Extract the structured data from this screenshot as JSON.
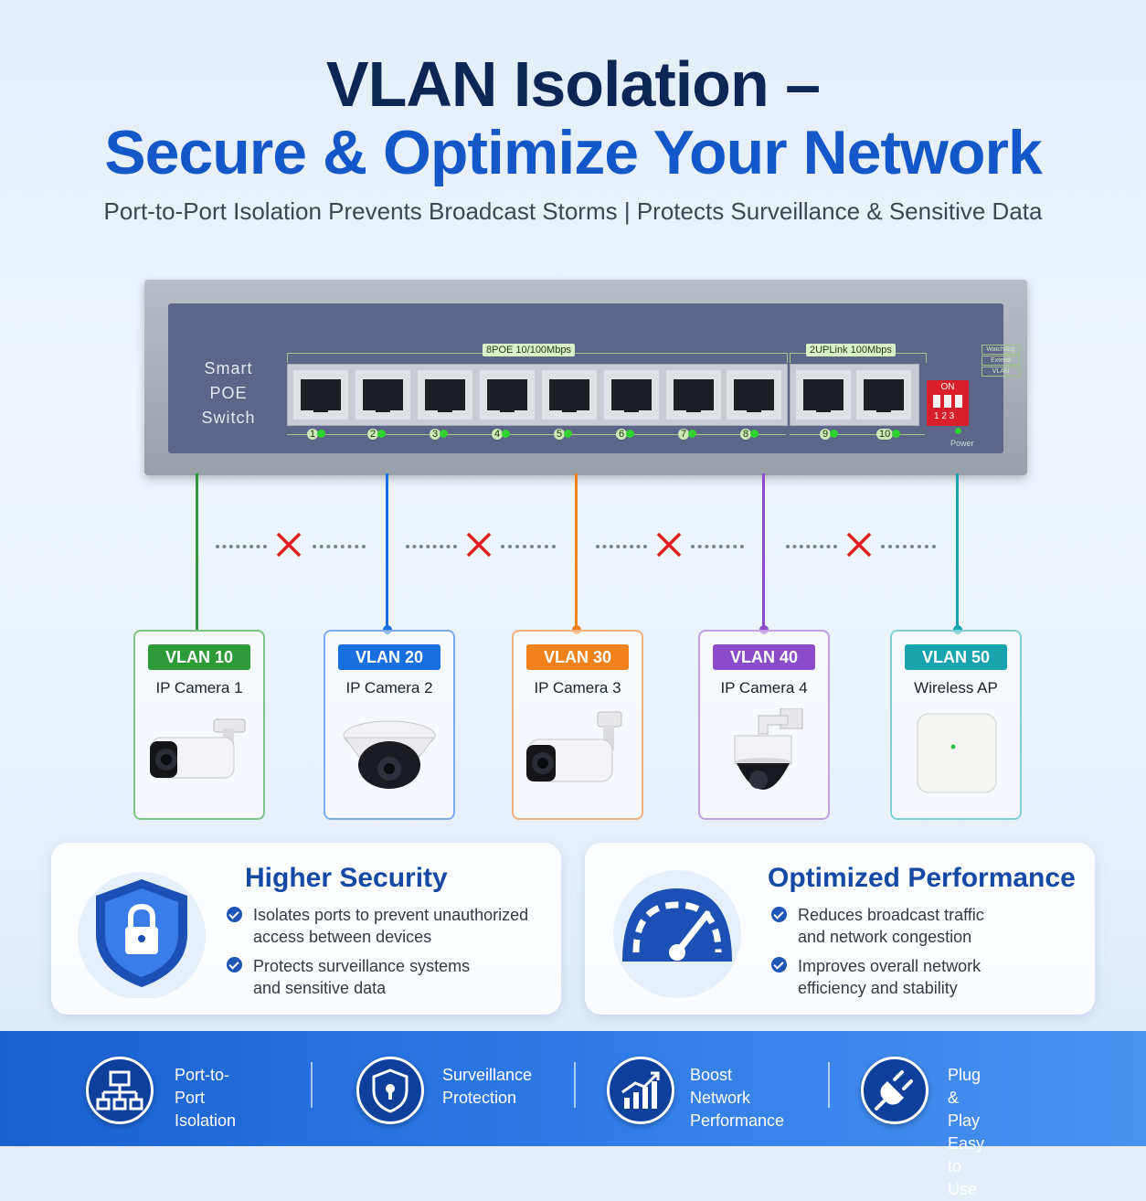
{
  "title_line1": "VLAN Isolation –",
  "title_line2": "Secure & Optimize Your Network",
  "subtitle": "Port-to-Port Isolation Prevents Broadcast Storms | Protects Surveillance & Sensitive Data",
  "switch": {
    "label_line1": "Smart",
    "label_line2": "POE Switch",
    "poe_label": "8POE 10/100Mbps",
    "uplink_label": "2UPLink 100Mbps",
    "port_numbers": [
      "1",
      "2",
      "3",
      "4",
      "5",
      "6",
      "7",
      "8",
      "9",
      "10"
    ],
    "dip_on": "ON",
    "dip_numbers": "1 2 3",
    "dip_tags": [
      "Watchdog",
      "Extend",
      "VLAN"
    ],
    "power_label": "Power"
  },
  "devices": [
    {
      "vlan": "VLAN 10",
      "name": "IP Camera 1",
      "color": "#2f9a3a",
      "icon": "bullet-camera-icon"
    },
    {
      "vlan": "VLAN 20",
      "name": "IP Camera 2",
      "color": "#1a6fe0",
      "icon": "dome-camera-icon"
    },
    {
      "vlan": "VLAN 30",
      "name": "IP Camera 3",
      "color": "#f0821b",
      "icon": "bullet-camera-icon"
    },
    {
      "vlan": "VLAN 40",
      "name": "IP Camera 4",
      "color": "#8a4cc8",
      "icon": "ptz-camera-icon"
    },
    {
      "vlan": "VLAN 50",
      "name": "Wireless AP",
      "color": "#19a3ad",
      "icon": "access-point-icon"
    }
  ],
  "security": {
    "title": "Higher Security",
    "b1_l1": "Isolates ports to prevent unauthorized",
    "b1_l2": "access between devices",
    "b2_l1": "Protects surveillance systems",
    "b2_l2": "and sensitive data"
  },
  "performance": {
    "title": "Optimized Performance",
    "b1_l1": "Reduces broadcast traffic",
    "b1_l2": "and network congestion",
    "b2_l1": "Improves overall network",
    "b2_l2": "efficiency and stability"
  },
  "footer": [
    {
      "l1": "Port-to-Port",
      "l2": "Isolation",
      "icon": "network-topology-icon"
    },
    {
      "l1": "Surveillance",
      "l2": "Protection",
      "icon": "shield-lock-icon"
    },
    {
      "l1": "Boost Network",
      "l2": "Performance",
      "icon": "growth-chart-icon"
    },
    {
      "l1": "Plug & Play",
      "l2": "Easy to Use",
      "icon": "plug-icon"
    }
  ]
}
